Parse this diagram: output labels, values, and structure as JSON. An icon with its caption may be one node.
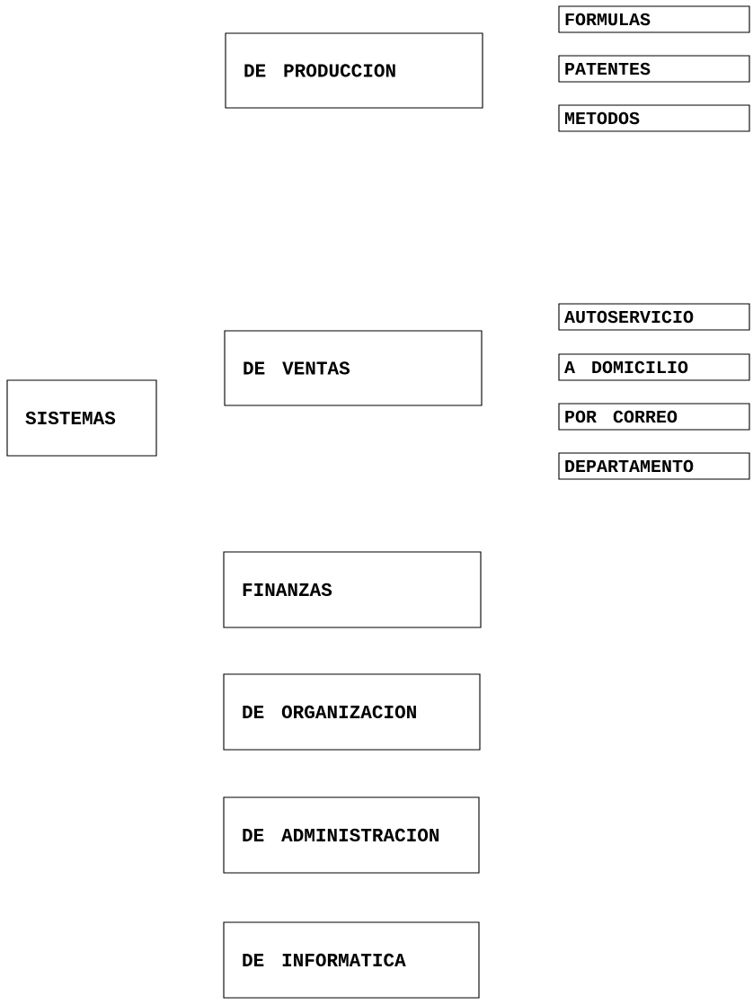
{
  "diagram": {
    "nodes": [
      {
        "text": [
          "SISTEMAS"
        ]
      },
      {
        "text": [
          "DE PRODUCCION"
        ]
      },
      {
        "text": [
          "FORMULAS"
        ]
      },
      {
        "text": [
          "PATENTES"
        ]
      },
      {
        "text": [
          "METODOS"
        ]
      },
      {
        "text": [
          "DE VENTAS"
        ]
      },
      {
        "text": [
          "AUTOSERVICIO"
        ]
      },
      {
        "text": [
          "A DOMICILIO"
        ]
      },
      {
        "text": [
          "POR CORREO"
        ]
      },
      {
        "text": [
          "DEPARTAMENTO"
        ]
      },
      {
        "text": [
          "FINANZAS"
        ]
      },
      {
        "text": [
          "DE ORGANIZACION"
        ]
      },
      {
        "text": [
          "DE ADMINISTRACION"
        ]
      },
      {
        "text": [
          "DE INFORMATICA"
        ]
      }
    ]
  }
}
